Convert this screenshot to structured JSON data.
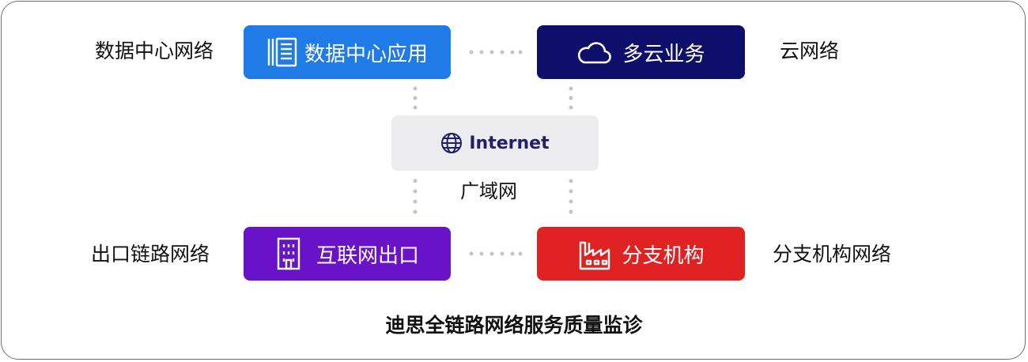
{
  "side_labels": {
    "datacenter_network": "数据中心网络",
    "cloud_network": "云网络",
    "egress_network": "出口链路网络",
    "branch_network": "分支机构网络"
  },
  "nodes": {
    "datacenter_app": {
      "label": "数据中心应用",
      "icon": "server-document-icon",
      "color": "#1f7be8"
    },
    "multicloud": {
      "label": "多云业务",
      "icon": "cloud-icon",
      "color": "#0e0f6b"
    },
    "internet": {
      "label": "Internet",
      "icon": "globe-icon",
      "color": "#ececee"
    },
    "internet_egress": {
      "label": "互联网出口",
      "icon": "building-icon",
      "color": "#6a12c8"
    },
    "branch": {
      "label": "分支机构",
      "icon": "factory-icon",
      "color": "#e02222"
    }
  },
  "wan_label": "广域网",
  "footer_title": "迪思全链路网络服务质量监诊"
}
